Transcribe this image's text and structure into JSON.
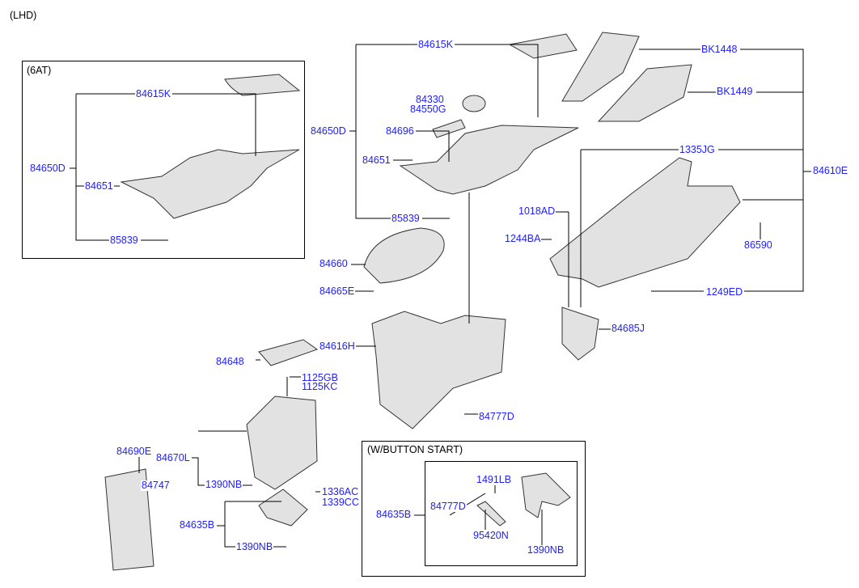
{
  "header": {
    "variant": "(LHD)"
  },
  "box_6at": {
    "title": "(6AT)",
    "labels": [
      "84615K",
      "84650D",
      "84651",
      "85839"
    ]
  },
  "main": {
    "labels": [
      "84615K",
      "84650D",
      "84651",
      "85839",
      "84330",
      "84550G",
      "84696",
      "84660",
      "84665E",
      "84616H",
      "84648",
      "1125GB",
      "1125KC",
      "84777D",
      "84670L",
      "84690E",
      "84747",
      "1390NB",
      "1336AC",
      "1339CC",
      "84635B",
      "1390NB"
    ]
  },
  "right": {
    "labels": [
      "BK1448",
      "BK1449",
      "1335JG",
      "84610E",
      "1018AD",
      "1244BA",
      "86590",
      "1249ED",
      "84685J"
    ]
  },
  "box_button": {
    "title": "(W/BUTTON START)",
    "labels": [
      "84635B",
      "84777D",
      "1491LB",
      "95420N",
      "1390NB"
    ]
  },
  "colors": {
    "label": "#1e1eff",
    "line": "#000000",
    "part_fill": "#d8d8d8"
  }
}
